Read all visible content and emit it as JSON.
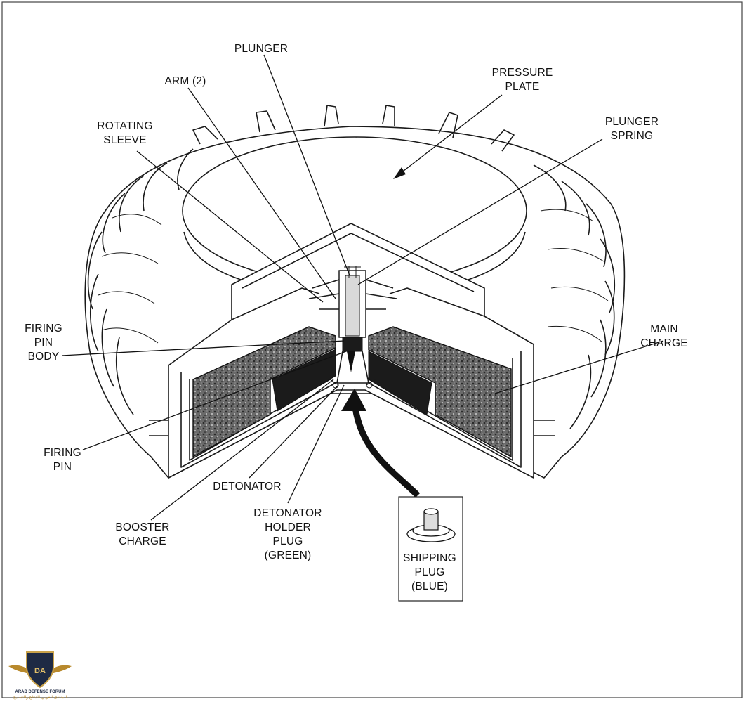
{
  "labels": {
    "plunger": "PLUNGER",
    "arm": "ARM (2)",
    "pressure_plate_1": "PRESSURE",
    "pressure_plate_2": "PLATE",
    "rotating_sleeve_1": "ROTATING",
    "rotating_sleeve_2": "SLEEVE",
    "plunger_spring_1": "PLUNGER",
    "plunger_spring_2": "SPRING",
    "firing_pin_body_1": "FIRING",
    "firing_pin_body_2": "PIN",
    "firing_pin_body_3": "BODY",
    "main_charge_1": "MAIN",
    "main_charge_2": "CHARGE",
    "firing_pin_1": "FIRING",
    "firing_pin_2": "PIN",
    "detonator": "DETONATOR",
    "booster_charge_1": "BOOSTER",
    "booster_charge_2": "CHARGE",
    "detonator_holder_1": "DETONATOR",
    "detonator_holder_2": "HOLDER",
    "detonator_holder_3": "PLUG",
    "detonator_holder_4": "(GREEN)",
    "shipping_plug_1": "SHIPPING",
    "shipping_plug_2": "PLUG",
    "shipping_plug_3": "(BLUE)"
  },
  "watermark": {
    "badge": "DA",
    "line1": "ARAB DEFENSE FORUM",
    "line2": "المنتدى العربي للدفاع والتسليح"
  }
}
